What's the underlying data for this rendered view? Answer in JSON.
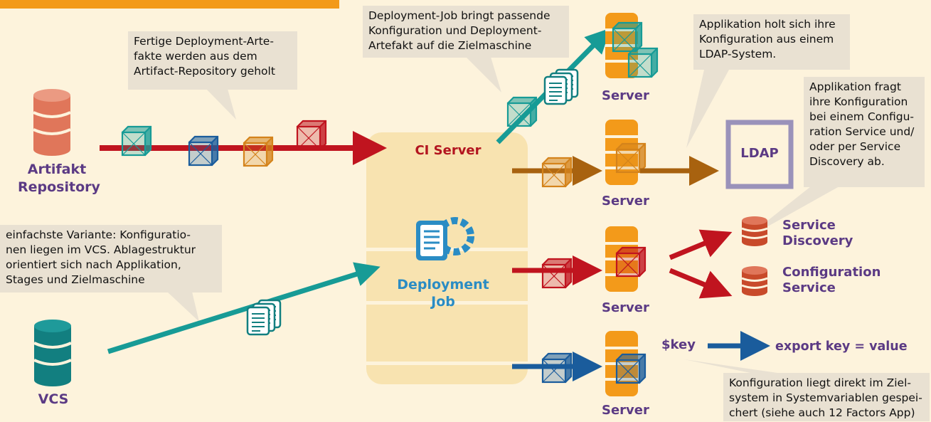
{
  "callouts": {
    "artifact_fetch": [
      "Fertige Deployment-Arte-",
      "fakte werden aus dem",
      "Artifact-Repository geholt"
    ],
    "job_bringt": [
      "Deployment-Job bringt passende",
      "Konfiguration und Deployment-",
      "Artefakt auf die Zielmaschine"
    ],
    "ldap_fetch": [
      "Applikation holt sich ihre",
      "Konfiguration aus einem",
      "LDAP-System."
    ],
    "config_service": [
      "Applikation fragt",
      "ihre Konfiguration",
      "bei einem Configu-",
      "ration Service und/",
      "oder per Service",
      "Discovery ab."
    ],
    "vcs_variant": [
      "einfachste Variante: Konfiguratio-",
      "nen liegen im VCS. Ablagestruktur",
      "orientiert sich nach Applikation,",
      "Stages und Zielmaschine"
    ],
    "env_vars": [
      "Konfiguration liegt direkt im Ziel-",
      "system in Systemvariablen gespei-",
      "chert (siehe auch 12 Factors App)"
    ]
  },
  "labels": {
    "artifact_repo": [
      "Artifakt",
      "Repository"
    ],
    "vcs": "VCS",
    "ci_server": "CI Server",
    "deployment_job": [
      "Deployment",
      "Job"
    ],
    "server": "Server",
    "ldap": "LDAP",
    "service_discovery": [
      "Service",
      "Discovery"
    ],
    "configuration_service": [
      "Configuration",
      "Service"
    ],
    "key_var": "$key",
    "export_cmd": "export key = value"
  },
  "colors": {
    "background": "#fdf3dc",
    "server_orange": "#f39a1a",
    "ci_panel": "#f8e3b0",
    "artifact_red": "#e0765a",
    "vcs_teal": "#127f80",
    "arrow_red": "#c0141f",
    "arrow_brown": "#a8620f",
    "arrow_teal": "#179b96",
    "arrow_blue": "#1a5c9c",
    "label_purple": "#5b3a84",
    "ldap_frame": "#9a92ba"
  }
}
